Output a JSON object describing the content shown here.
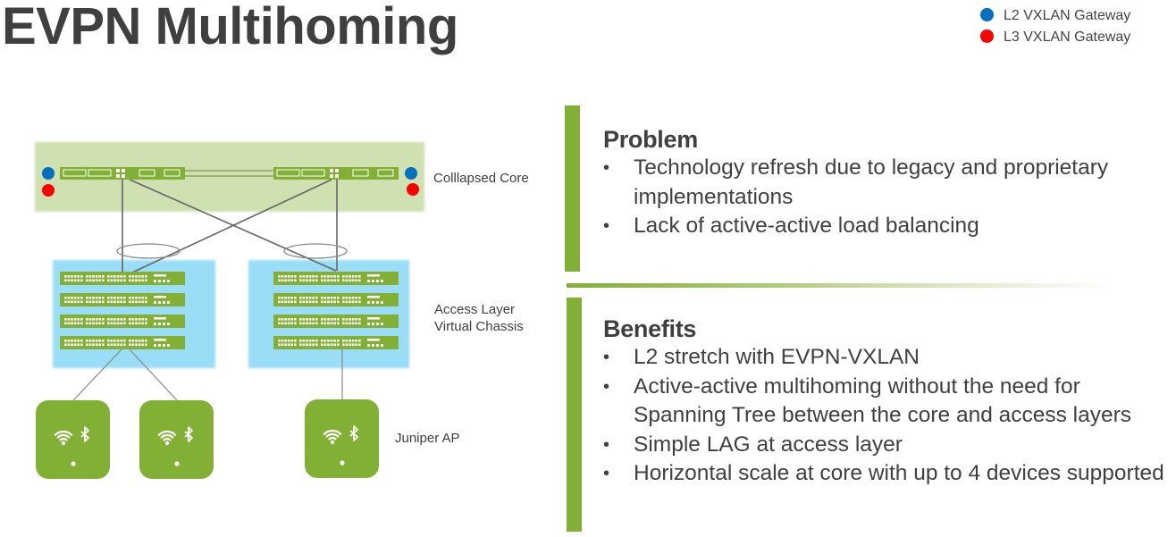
{
  "slide": {
    "title": "EVPN Multihoming"
  },
  "legend": {
    "items": [
      {
        "label": "L2 VXLAN Gateway",
        "color": "#0070c0"
      },
      {
        "label": "L3 VXLAN Gateway",
        "color": "#ff0000"
      }
    ]
  },
  "diagram": {
    "colors": {
      "device_green": "#82b034",
      "core_bg": "#cfe0b1",
      "access_bg": "#99ddf7",
      "link": "#666666"
    },
    "labels": {
      "core": "Colllapsed Core",
      "access_line1": "Access Layer",
      "access_line2": "Virtual Chassis",
      "ap": "Juniper AP"
    },
    "core_switches": 2,
    "access_stacks": 2,
    "switches_per_stack": 4,
    "access_points": 3,
    "ap_icons": [
      "wifi-icon",
      "bluetooth-icon"
    ]
  },
  "problem": {
    "heading": "Problem",
    "bullets": [
      "Technology refresh due to legacy and proprietary implementations",
      "Lack of active-active load balancing"
    ]
  },
  "benefits": {
    "heading": "Benefits",
    "bullets": [
      "L2 stretch with EVPN-VXLAN",
      "Active-active multihoming without the need for Spanning Tree between the core and access layers",
      "Simple LAG at access layer",
      "Horizontal scale at core with up to 4 devices supported"
    ]
  }
}
